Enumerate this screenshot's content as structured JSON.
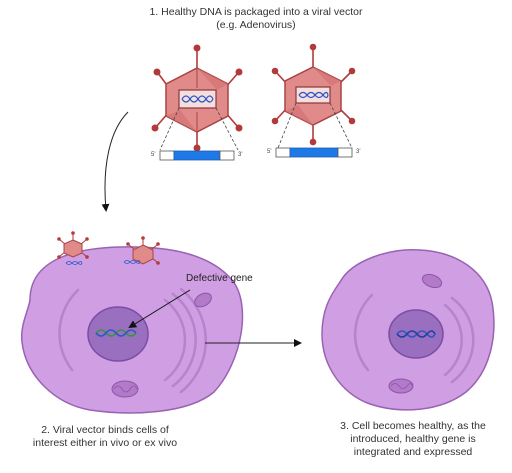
{
  "steps": {
    "step1": {
      "line1": "1. Healthy DNA is packaged into a viral vector",
      "line2": "(e.g. Adenovirus)"
    },
    "step2": {
      "line1": "2. Viral vector binds cells of",
      "line2": "interest either in vivo or ex vivo"
    },
    "step3": {
      "line1": "3. Cell becomes healthy, as the",
      "line2": "introduced, healthy gene is",
      "line3": "integrated and expressed"
    }
  },
  "labels": {
    "defective_gene": "Defective gene",
    "five_prime": "5'",
    "three_prime": "3'"
  },
  "colors": {
    "virus_fill": "#e08a8a",
    "virus_stroke": "#a94444",
    "spike": "#b23a3a",
    "cell": "#cf9ee3",
    "cell_stroke": "#9a62b3",
    "nucleus": "#9b6fc0",
    "dna_blue": "#2b56c9",
    "dna_green": "#2e9a3a",
    "gene_bar": "#1e78e6"
  }
}
